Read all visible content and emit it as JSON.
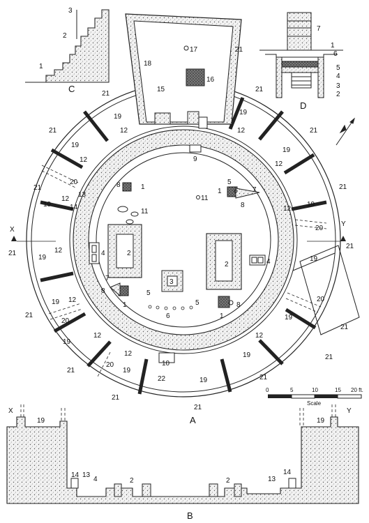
{
  "figure_labels": {
    "plan": "A",
    "section": "B",
    "detail_c": "C",
    "detail_d": "D"
  },
  "section_markers": {
    "left": "X",
    "right": "Y"
  },
  "scale": {
    "ticks": [
      "0",
      "5",
      "10",
      "15",
      "20 ft."
    ],
    "caption": "Scale"
  },
  "plan_labels": {
    "l1": "1",
    "l2": "2",
    "l3": "3",
    "l4": "4",
    "l5": "5",
    "l6": "6",
    "l7": "7",
    "l8": "8",
    "l9": "9",
    "l10": "10",
    "l11": "11",
    "l12": "12",
    "l13": "13",
    "l14": "14",
    "l15": "15",
    "l16": "16",
    "l17": "17",
    "l18": "18",
    "l19": "19",
    "l20": "20",
    "l21": "21",
    "l22": "22"
  },
  "detail_c_labels": [
    "1",
    "2",
    "3"
  ],
  "detail_d_labels": [
    "1",
    "2",
    "3",
    "4",
    "5",
    "6",
    "7"
  ]
}
